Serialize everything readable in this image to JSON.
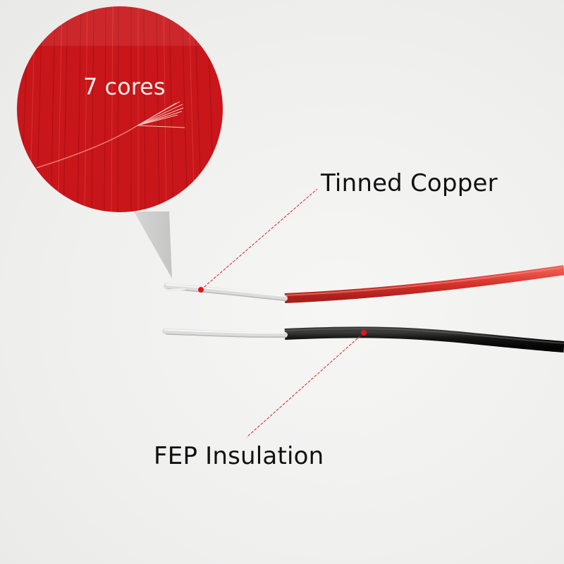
{
  "labels": {
    "cores": "7 cores",
    "tinned_copper": "Tinned Copper",
    "fep_insulation": "FEP Insulation"
  },
  "colors": {
    "background": "#f1f1f0",
    "red_wire": "#d8312b",
    "black_wire": "#151515",
    "leader_line": "#d9201e",
    "magnifier_red": "#c8161a",
    "label_text": "#111111"
  }
}
